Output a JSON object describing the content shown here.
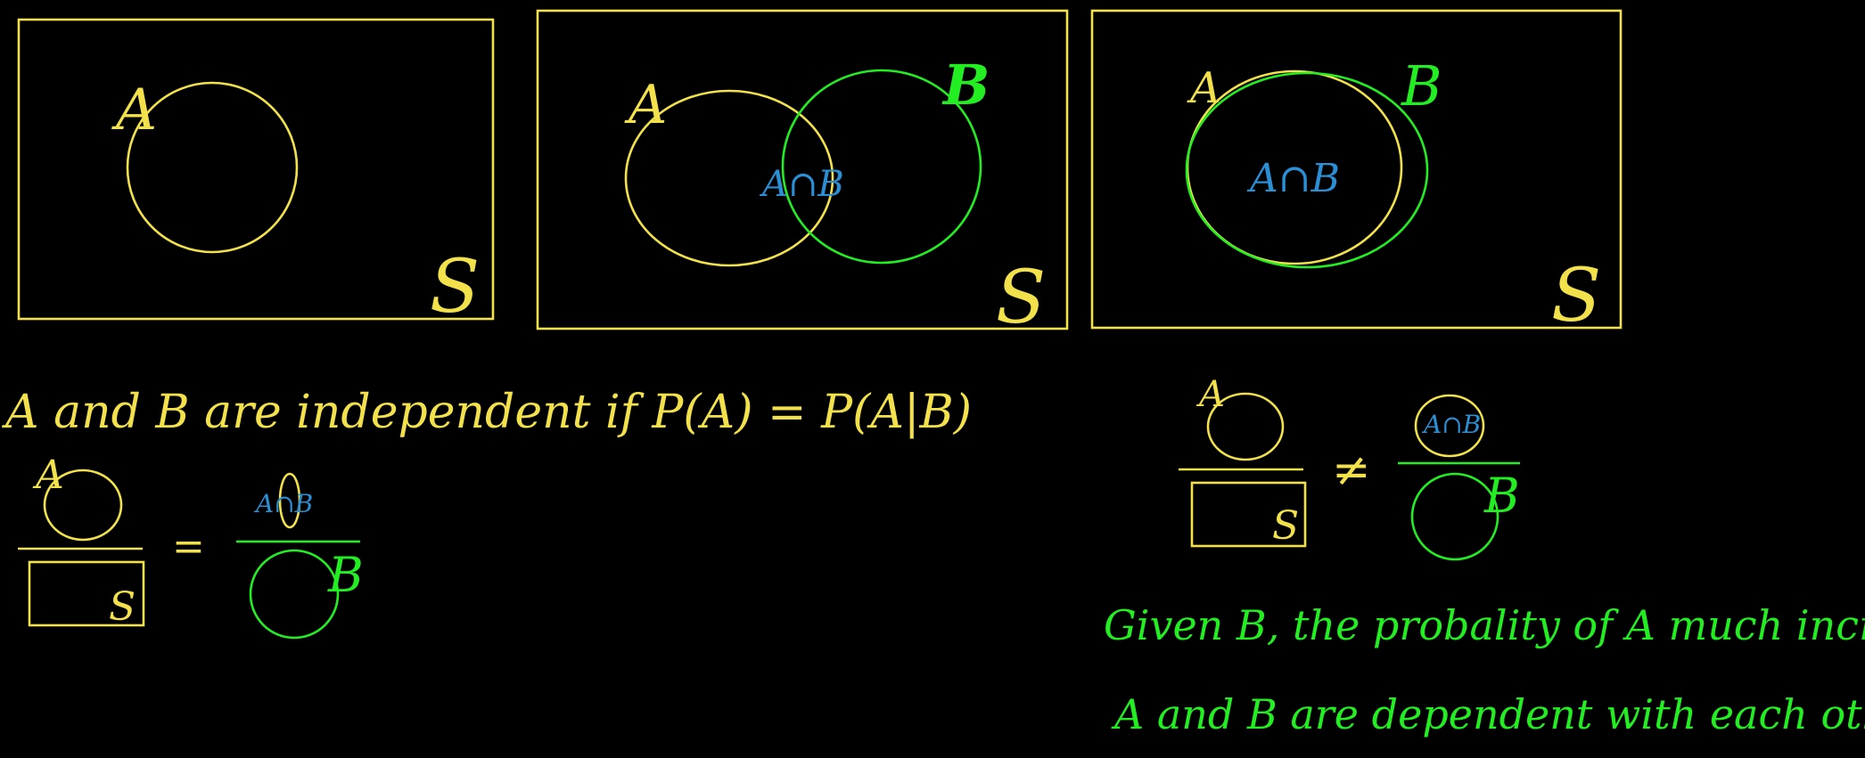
{
  "colors": {
    "background": "#000000",
    "event_a": "#f2e14a",
    "event_b": "#22ee22",
    "intersection": "#2b8fd6"
  },
  "diagrams": [
    {
      "label_a": "A",
      "sample_space": "S"
    },
    {
      "label_a": "A",
      "label_b": "B",
      "intersection": "A∩B",
      "sample_space": "S"
    },
    {
      "label_a": "A",
      "label_b": "B",
      "intersection": "A∩B",
      "sample_space": "S"
    }
  ],
  "independence": {
    "statement": "A and B are independent  if  P(A) = P(A|B)",
    "left": {
      "label_a": "A",
      "sample_space": "S"
    },
    "relation": "=",
    "right": {
      "intersection": "A∩B",
      "label_b": "B"
    }
  },
  "dependence": {
    "left": {
      "label_a": "A",
      "sample_space": "S"
    },
    "relation": "≠",
    "right": {
      "intersection": "A∩B",
      "label_b": "B"
    },
    "note_1": "Given B,  the probality of A much increases",
    "note_2": "A and B are dependent with each other"
  }
}
